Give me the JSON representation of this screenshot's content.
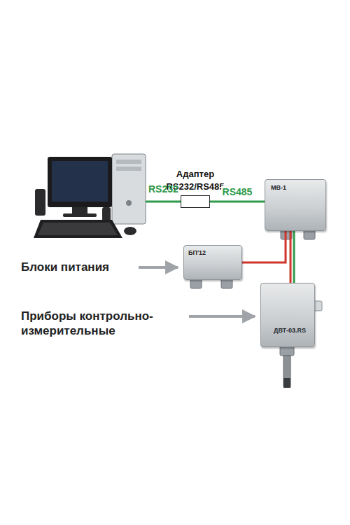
{
  "diagram": {
    "nodes": [
      {
        "text": [
          "Адаптер RS232/RS485"
        ]
      },
      {
        "text": [
          "МВ-1"
        ]
      },
      {
        "text": [
          "БП'12"
        ]
      },
      {
        "text": [
          "ДВТ-03.RS"
        ]
      }
    ],
    "edges": [
      {
        "from": 0,
        "to": 1,
        "label": "RS485",
        "arrow": "none"
      },
      {
        "from": 2,
        "to": 1,
        "arrow": "none"
      },
      {
        "from": 1,
        "to": 3,
        "arrow": "none"
      },
      {
        "from": 1,
        "to": 3,
        "arrow": "none"
      }
    ],
    "labels": [
      "RS232",
      "Блоки питания",
      "Приборы контрольно-измерительные"
    ]
  }
}
